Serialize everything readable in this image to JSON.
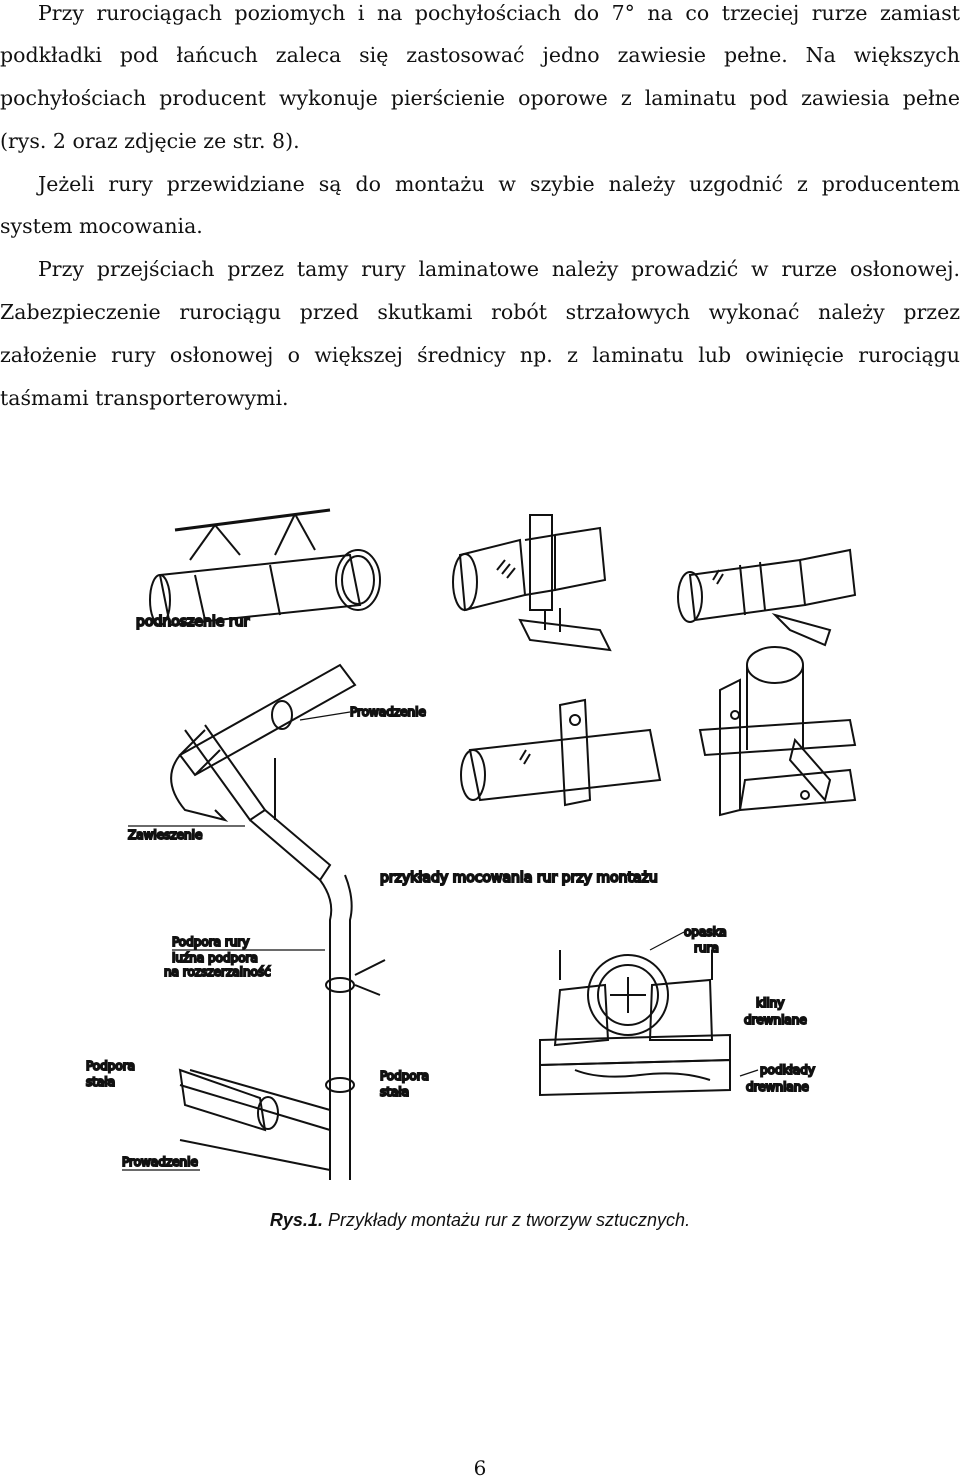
{
  "paragraphs": {
    "l1": "Przy rurociągach poziomych i na pochyłościach do 7° na co trzeciej rurze zamiast",
    "l2": "podkładki pod łańcuch zaleca się zastosować jedno zawiesie pełne. Na większych",
    "l3": "pochyłościach producent wykonuje pierścienie oporowe z laminatu pod zawiesia pełne",
    "l4": "(rys. 2 oraz zdjęcie ze str. 8).",
    "l5": "Jeżeli rury przewidziane są do montażu w szybie należy uzgodnić z producentem",
    "l6": "system mocowania.",
    "l7": "Przy przejściach przez tamy rury laminatowe należy prowadzić w rurze osłonowej.",
    "l8": "Zabezpieczenie rurociągu przed skutkami robót strzałowych wykonać należy przez",
    "l9": "założenie rury osłonowej o większej średnicy np. z laminatu lub owinięcie rurociągu",
    "l10": "taśmami transporterowymi."
  },
  "figure": {
    "labels": {
      "podnoszenie": "podnoszenie rur",
      "prowadzenie_top": "Prowadzenie",
      "zawieszenie": "Zawieszenie",
      "mocowanie": "przykłady mocowania rur przy montażu",
      "podpora_rury": "Podpora rury",
      "luzna1": "luźna podpora",
      "luzna2": "na rozszerzalność",
      "podpora_stala1": "Podpora",
      "podpora_stala2": "stała",
      "podpora_stala3": "Podpora",
      "podpora_stala4": "stała",
      "prowadzenie_bottom": "Prowadzenie",
      "opaska": "opaska",
      "rura": "rura",
      "kliny1": "kliny",
      "kliny2": "drewniane",
      "podklady1": "podkłady",
      "podklady2": "drewniane"
    }
  },
  "caption": {
    "prefix": "Rys.1.",
    "text": "Przykłady montażu rur z tworzyw sztucznych."
  },
  "page_number": "6"
}
